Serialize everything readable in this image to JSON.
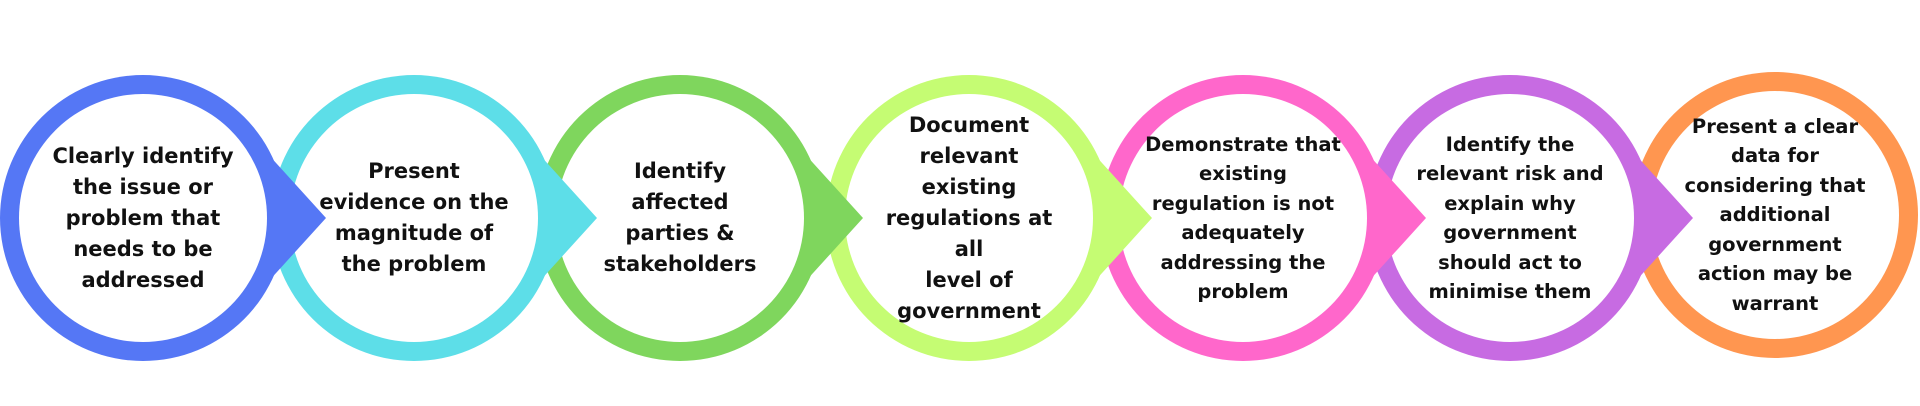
{
  "steps": [
    {
      "text": "Clearly identify\nthe issue or\nproblem that\nneeds to be\naddressed",
      "color": "#5577F5"
    },
    {
      "text": "Present\nevidence on the\nmagnitude of\nthe problem",
      "color": "#5DDEE8"
    },
    {
      "text": "Identify\naffected\nparties &\nstakeholders",
      "color": "#7FD65D"
    },
    {
      "text": "Document\nrelevant existing\nregulations at all\nlevel of\ngovernment",
      "color": "#C5FC73"
    },
    {
      "text": "Demonstrate that\nexisting\nregulation is not\nadequately\naddressing the\nproblem",
      "color": "#FF67CB"
    },
    {
      "text": "Identify the\nrelevant risk and\nexplain why\ngovernment\nshould act to\nminimise them",
      "color": "#C76BE2"
    },
    {
      "text": "Present a clear\ndata for\nconsidering that\nadditional\ngovernment\naction may be\nwarrant",
      "color": "#FF9650"
    }
  ]
}
